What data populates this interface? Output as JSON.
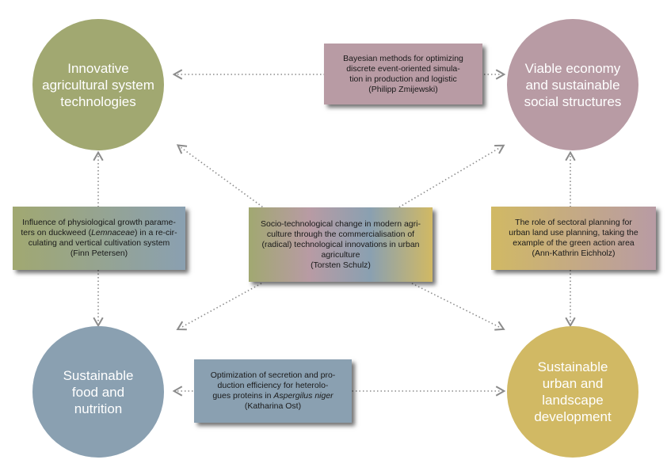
{
  "colors": {
    "green": "#a1a871",
    "mauve": "#b89ba4",
    "blue": "#8aa0b1",
    "gold": "#d1b964",
    "arrow": "#8c8c8c"
  },
  "nodes": {
    "innovative": "Innovative\nagricultural system\ntechnologies",
    "viable": "Viable economy\nand sustainable\nsocial structures",
    "food": "Sustainable\nfood and\nnutrition",
    "urban": "Sustainable\nurban and\nlandscape\ndevelopment"
  },
  "boxes": {
    "bayesian": {
      "l1": "Bayesian methods for optimizing",
      "l2": "discrete event-oriented simula-",
      "l3": "tion in production and logistic",
      "author": "(Philipp Zmijewski)"
    },
    "duckweed": {
      "l1": "Influence of physiological growth parame-",
      "l2a": "ters on duckweed (",
      "l2b": "Lemnaceae",
      "l2c": ") in a re-cir-",
      "l3": "culating and vertical cultivation system",
      "author": "(Finn Petersen)"
    },
    "socio": {
      "l1": "Socio-technological change in modern agri-",
      "l2": "culture through the commercialisation of",
      "l3": "(radical) technological innovations in urban",
      "l4": "agriculture",
      "author": "(Torsten Schulz)"
    },
    "sectoral": {
      "l1": "The role of sectoral planning for",
      "l2": "urban land use planning, taking the",
      "l3": "example of the green action area",
      "author": "(Ann-Kathrin Eichholz)"
    },
    "secretion": {
      "l1": "Optimization of secretion and pro-",
      "l2": "duction efficiency for heterolo-",
      "l3a": "gues proteins in ",
      "l3b": "Aspergilus niger",
      "author": "(Katharina Ost)"
    }
  }
}
